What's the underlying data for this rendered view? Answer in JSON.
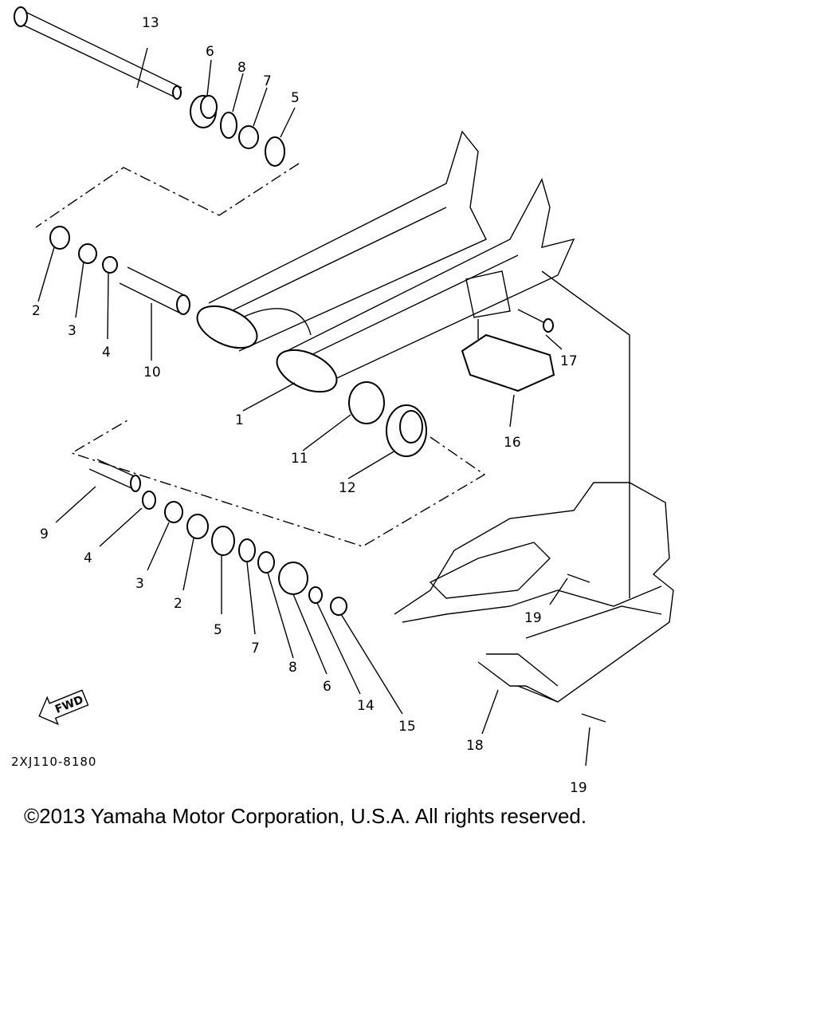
{
  "diagram": {
    "code": "2XJ110-8180",
    "direction_marker": "FWD",
    "part_labels": {
      "p13": "13",
      "p6a": "6",
      "p8a": "8",
      "p7a": "7",
      "p5a": "5",
      "p2a": "2",
      "p3a": "3",
      "p4a": "4",
      "p10": "10",
      "p1": "1",
      "p11": "11",
      "p12": "12",
      "p16": "16",
      "p17": "17",
      "p9": "9",
      "p4b": "4",
      "p3b": "3",
      "p2b": "2",
      "p5b": "5",
      "p7b": "7",
      "p8b": "8",
      "p6b": "6",
      "p14": "14",
      "p15": "15",
      "p18": "18",
      "p19a": "19",
      "p19b": "19"
    }
  },
  "footer": {
    "copyright": "©2013 Yamaha Motor Corporation, U.S.A. All rights reserved."
  }
}
